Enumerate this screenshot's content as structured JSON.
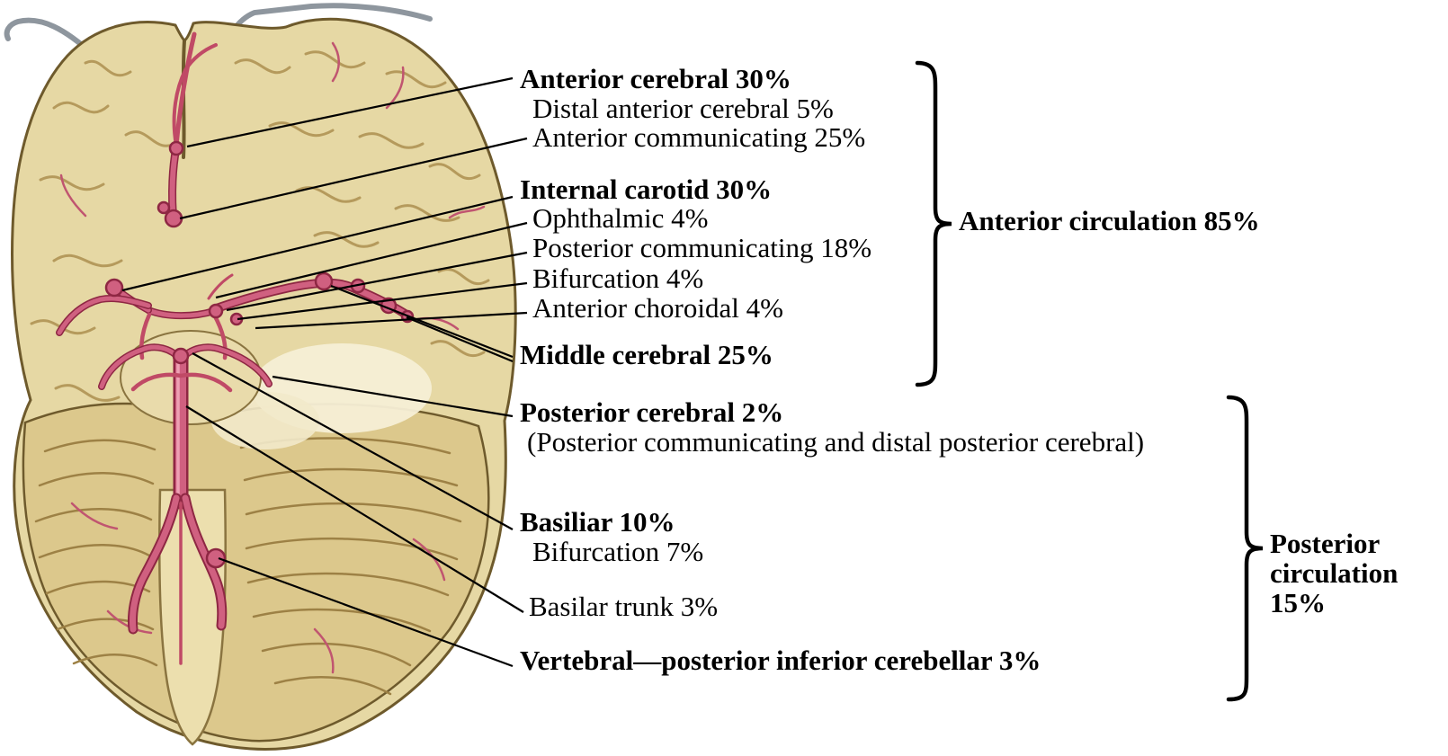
{
  "diagram": {
    "subject": "Inferior view of the brain with cerebral arteries and aneurysm distribution percentages",
    "annotations": {
      "anterior_cerebral": "Anterior cerebral 30%",
      "distal_anterior_cerebral": "Distal anterior cerebral 5%",
      "anterior_communicating": "Anterior communicating 25%",
      "internal_carotid": "Internal carotid 30%",
      "ophthalmic": "Ophthalmic 4%",
      "posterior_communicating": "Posterior communicating 18%",
      "bifurcation": "Bifurcation 4%",
      "anterior_choroidal": "Anterior choroidal 4%",
      "middle_cerebral": "Middle cerebral 25%",
      "anterior_circulation": "Anterior circulation 85%",
      "posterior_cerebral": "Posterior cerebral 2%",
      "posterior_cerebral_note": "(Posterior communicating and distal posterior cerebral)",
      "basiliar": "Basiliar 10%",
      "basilar_bifurcation": "Bifurcation 7%",
      "basilar_trunk": "Basilar trunk 3%",
      "vertebral_pica": "Vertebral—posterior inferior cerebellar 3%",
      "posterior_circulation_line1": "Posterior",
      "posterior_circulation_line2": "circulation",
      "posterior_circulation_line3": "15%"
    },
    "colors": {
      "artery_pink": "#d06080",
      "artery_dark": "#8e2743",
      "brain_tan": "#e6d8a4",
      "cerebellum_tan": "#dcc88c",
      "outline_brown": "#6e5a2c",
      "text": "#000000"
    }
  }
}
